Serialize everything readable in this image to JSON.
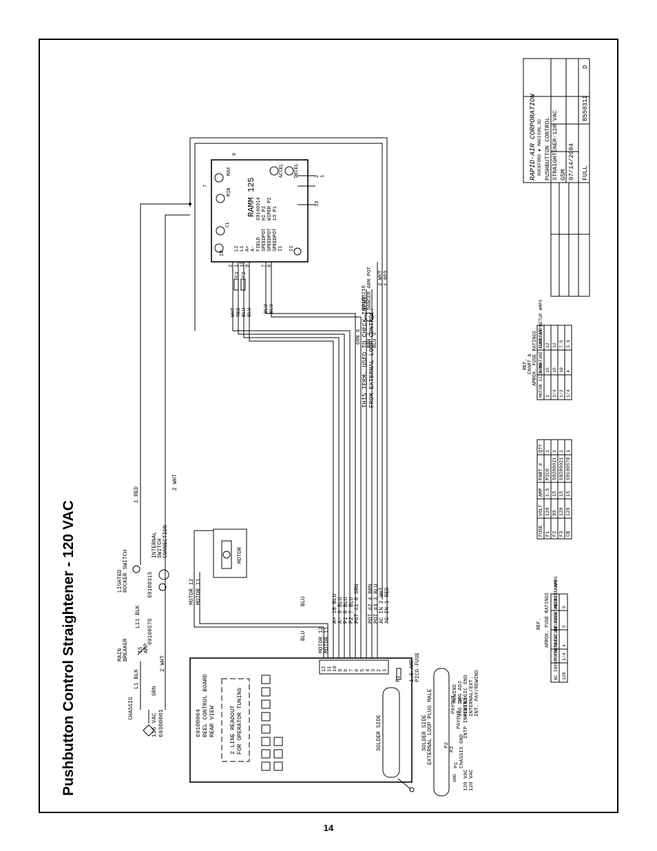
{
  "page": {
    "title": "Pushbutton Control Straightener - 120 VAC",
    "page_number": "14"
  },
  "title_block": {
    "company": "RAPID-AIR CORPORATION",
    "location": "ROCKFORD ● MADISON,SD",
    "drawing_title_1": "PUSHBUTTON CONTROL",
    "drawing_title_2": "STRAIGHTENER-120 VAC",
    "drawn_by": "GSM",
    "date": "07/14/2004",
    "scale": "FULL",
    "drawing_no": "B550312",
    "rev": "D"
  },
  "ramm": {
    "model": "RAMM 125",
    "part": "69100014",
    "pot_label_1": "HI P3",
    "pot_label_2": "WIPER P2",
    "pot_label_3": "LO P1",
    "cl": "CL",
    "min": "MIN",
    "max": "MAX",
    "accel": "ACCEL",
    "decel": "DECEL",
    "ir": "IR",
    "terminals": [
      "L2",
      "L1",
      "A+",
      "A-",
      "FIELD",
      "SPEEDPOT",
      "SPEEDPOT",
      "SPEEDPOT",
      "I1",
      "I2"
    ],
    "pins": [
      "2",
      "1",
      "10",
      "9",
      "7",
      "8"
    ],
    "right_pins": [
      "7",
      "8",
      "2",
      "1",
      "10"
    ],
    "fuses": [
      "F3",
      "F2"
    ]
  },
  "wires": {
    "top_left": [
      "WHT",
      "RED",
      "BLU",
      "BLU"
    ],
    "mid": [
      "BLU",
      "BLU"
    ],
    "grn6": "GRN 6",
    "pot_part": "69100210",
    "dancer": "DANCER ARM POT",
    "brn4": "BRN 4",
    "blu3": "BLU 3",
    "wht2": "2 WHT",
    "red1": "1 RED",
    "note_1": "THIS TERM. USED TO CHECK INPUT",
    "note_2": "FROM EXTERNAL LOOP CONTROL.",
    "left_red": "1 RED",
    "left_wht": "2 WHT",
    "blu_a": "BLU",
    "blu_b": "BLU",
    "motor12_a": "MOTOR 12",
    "motor11_a": "MOTOR 11",
    "motor12_b": "MOTOR 12",
    "motor11_b": "MOTOR 11"
  },
  "terminal_list": [
    "A+  10  BLU",
    "A-  9  BLU",
    "P1  8  BLU",
    "P2  7  BLU",
    "POT #1 6 GRN",
    "POT #2 4 BRN",
    "POT #3 3 BLU",
    "AC IN 2 WHT",
    "AC IN 1 RED"
  ],
  "power": {
    "vac": "115 VAC",
    "plug_part": "69300001",
    "chassis": "CHASSIS",
    "grn": "GRN",
    "l1blk": "L1 BLK",
    "wht2": "2 WHT",
    "breaker_1": "MAIN",
    "breaker_2": "BREAKER",
    "breaker_amp_1": "15",
    "breaker_amp_2": "AMP",
    "breaker_part": "69100578",
    "l11blk": "L11 BLK",
    "switch_part": "69100315",
    "rocker_1": "LIGHTED",
    "rocker_2": "ROCKER SWITCH",
    "internal_1": "INTERNAL",
    "internal_2": "SWITCH",
    "internal_3": "CONNECTION",
    "motor": "MOTOR"
  },
  "reel_board": {
    "part": "69100064",
    "name": "REEL CONTROL BOARD",
    "view": "REAR VIEW",
    "readout_1": "2 LINE READOUT",
    "readout_2": "FOR OPERATOR TUNING",
    "solder_side": "SOLDER SIDE",
    "pins": [
      "12",
      "11",
      "10",
      "9",
      "8",
      "7",
      "6",
      "5",
      "4",
      "3",
      "2",
      "1"
    ],
    "f1": "F1",
    "pico_1": "1.5 AMP",
    "pico_2": "PICO FUSE"
  },
  "plug": {
    "title_1": "SOLDER SIDE",
    "title_2": "EXTERNAL LOOP PLUG MALE",
    "signals": [
      "120 VAC",
      "120 VAC",
      "CHASSIS GND",
      "P1",
      "P3",
      "P2",
      "INTP INHIBIT",
      "PAYOUT",
      "PAYOUT",
      "REWIND",
      "JOG SW",
      "REWIND",
      "JOG ADJ",
      "LOGIC GND",
      "INTERNAL/EXT.",
      "INT. PAY/REWIND"
    ],
    "gnd": "GND"
  },
  "fuse_table": {
    "headers": [
      "FUSE",
      "VOLT",
      "AMP",
      "PART #",
      "QTY"
    ],
    "rows": [
      [
        "F1",
        "120",
        "1.5",
        "PICO",
        "1"
      ],
      [
        "F2",
        "90",
        "15",
        "69280021",
        "1"
      ],
      [
        "F3",
        "120",
        "15",
        "69280021",
        "1"
      ],
      [
        "CB",
        "120",
        "15",
        "69100578",
        "1"
      ]
    ]
  },
  "chart_a": {
    "ref": "REF.",
    "title": "CHART A",
    "subtitle": "APROX. FUSE RATINGS",
    "headers": [
      "MOTOR SIZE HP",
      "ARMATURE FUSE AMPS",
      "CURRENT SETUP AMPS"
    ],
    "rows": [
      [
        "1",
        "15",
        "12"
      ],
      [
        "3/4",
        "15",
        "12"
      ],
      [
        "1/2",
        "10",
        "7.5"
      ],
      [
        "1/4",
        "4",
        "3.9"
      ]
    ]
  },
  "chart_b": {
    "ref": "REF.",
    "title": "APROX. FUSE RATINGS",
    "headers": [
      "AC INPUT VOLTS",
      "MOTOR SIZE HP",
      "ARMATURE FUSE AMPS",
      "CURRENT LIMIT AMPS",
      "AC FUSE AMPS"
    ],
    "rows": [
      [
        "120",
        "1/4",
        "4",
        "5",
        "5"
      ]
    ]
  }
}
